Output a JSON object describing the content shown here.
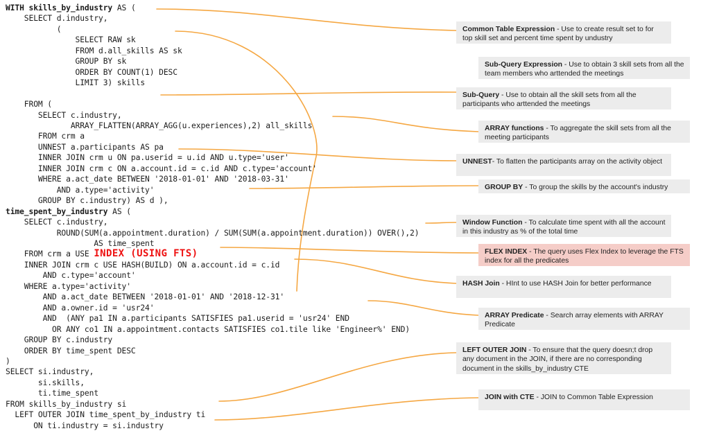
{
  "document": {
    "kind": "annotated-sql-query-diagram",
    "accent_color": "#f5a742",
    "box_color": "#ececec",
    "highlight_box_color": "#f5cdc8",
    "hint_color": "#ee1111"
  },
  "sql": {
    "lines": [
      "WITH skills_by_industry AS (",
      "    SELECT d.industry,",
      "           (",
      "               SELECT RAW sk",
      "               FROM d.all_skills AS sk",
      "               GROUP BY sk",
      "               ORDER BY COUNT(1) DESC",
      "               LIMIT 3) skills",
      "",
      "    FROM (",
      "       SELECT c.industry,",
      "              ARRAY_FLATTEN(ARRAY_AGG(u.experiences),2) all_skills",
      "       FROM crm a",
      "       UNNEST a.participants AS pa",
      "       INNER JOIN crm u ON pa.userid = u.id AND u.type='user'",
      "       INNER JOIN crm c ON a.account.id = c.id AND c.type='account'",
      "       WHERE a.act_date BETWEEN '2018-01-01' AND '2018-03-31'",
      "           AND a.type='activity'",
      "       GROUP BY c.industry) AS d ),",
      "time_spent_by_industry AS (",
      "    SELECT c.industry,",
      "           ROUND(SUM(a.appointment.duration) / SUM(SUM(a.appointment.duration)) OVER(),2)",
      "                   AS time_spent",
      "    FROM crm a USE INDEX (USING FTS)",
      "    INNER JOIN crm c USE HASH(BUILD) ON a.account.id = c.id",
      "        AND c.type='account'",
      "    WHERE a.type='activity'",
      "        AND a.act_date BETWEEN '2018-01-01' AND '2018-12-31'",
      "        AND a.owner.id = 'usr24'",
      "        AND  (ANY pa1 IN a.participants SATISFIES pa1.userid = 'usr24' END",
      "          OR ANY co1 IN a.appointment.contacts SATISFIES co1.tile like 'Engineer%' END)",
      "    GROUP BY c.industry",
      "    ORDER BY time_spent DESC",
      ")",
      "SELECT si.industry,",
      "       si.skills,",
      "       ti.time_spent",
      "FROM skills_by_industry si",
      "  LEFT OUTER JOIN time_spent_by_industry ti",
      "      ON ti.industry = si.industry"
    ],
    "bold_tokens": [
      "WITH skills_by_industry",
      "time_spent_by_industry"
    ],
    "red_hint_token": "INDEX (USING FTS)"
  },
  "annotations": [
    {
      "id": "cte",
      "term": "Common Table Expression",
      "desc": " - Use to create result set to for top skill set  and percent time spent by undustry",
      "highlight": false
    },
    {
      "id": "sub-query-expression",
      "term": "Sub-Query Expression",
      "desc": " - Use to obtain 3 skill sets from all the team members who arttended the meetings",
      "highlight": false
    },
    {
      "id": "sub-query",
      "term": "Sub-Query",
      "desc": " - Use to obtain all the skill sets from all the participants who arttended the meetings",
      "highlight": false
    },
    {
      "id": "array-functions",
      "term": "ARRAY functions",
      "desc": " - To aggregate the skill sets from all the meeting participants",
      "highlight": false
    },
    {
      "id": "unnest",
      "term": "UNNEST",
      "desc": "- To flatten the participants array on the activity object",
      "highlight": false
    },
    {
      "id": "group-by",
      "term": "GROUP BY",
      "desc": " - To group the skills by the account's industry",
      "highlight": false
    },
    {
      "id": "window-function",
      "term": "Window Function",
      "desc": "  - To calculate time spent with all the account in this industry as % of the total time",
      "highlight": false
    },
    {
      "id": "flex-index",
      "term": "FLEX INDEX",
      "desc": " - The query uses Flex Index to leverage the FTS index for all the predicates",
      "highlight": true
    },
    {
      "id": "hash-join",
      "term": "HASH Join",
      "desc": "  - HInt to use HASH Join for better performance",
      "highlight": false
    },
    {
      "id": "array-predicate",
      "term": "ARRAY Predicate",
      "desc": "  - Search array elements with ARRAY Predicate",
      "highlight": false
    },
    {
      "id": "left-outer-join",
      "term": "LEFT OUTER JOIN",
      "desc": "  - To ensure that the query doesn;t drop any document in the JOIN, if there are no corresponding document in the skills_by_industry CTE",
      "highlight": false
    },
    {
      "id": "join-with-cte",
      "term": "JOIN with CTE",
      "desc": "  - JOIN to Common Table Expression",
      "highlight": false
    }
  ]
}
